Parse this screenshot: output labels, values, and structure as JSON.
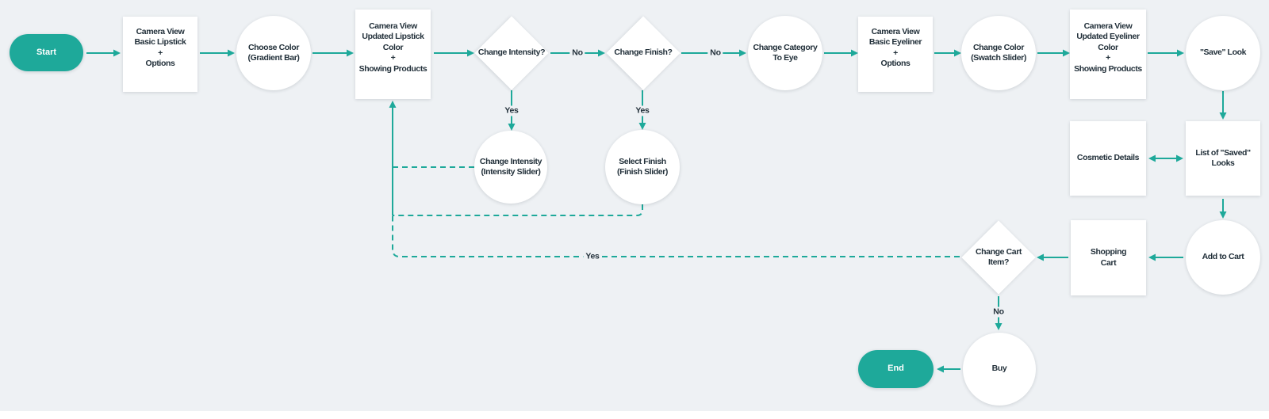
{
  "flowchart": {
    "colors": {
      "accent": "#1EA99A",
      "background": "#EEF1F4",
      "node_fill": "#FFFFFF",
      "text": "#22303A",
      "terminal_text": "#FFFFFF"
    },
    "nodes": {
      "start": {
        "shape": "terminal",
        "label": "Start"
      },
      "camera_basic_lipstick": {
        "shape": "process",
        "label": "Camera View\nBasic Lipstick\n+\nOptions"
      },
      "choose_color": {
        "shape": "operation",
        "label": "Choose Color\n(Gradient Bar)"
      },
      "camera_updated_lipstick": {
        "shape": "process",
        "label": "Camera View\nUpdated Lipstick\nColor\n+\nShowing Products"
      },
      "change_intensity_q": {
        "shape": "decision",
        "label": "Change Intensity?"
      },
      "change_finish_q": {
        "shape": "decision",
        "label": "Change Finish?"
      },
      "change_category": {
        "shape": "operation",
        "label": "Change Category\nTo Eye"
      },
      "camera_basic_eyeliner": {
        "shape": "process",
        "label": "Camera View\nBasic Eyeliner\n+\nOptions"
      },
      "change_color_swatch": {
        "shape": "operation",
        "label": "Change Color\n(Swatch Slider)"
      },
      "camera_updated_eyeliner": {
        "shape": "process",
        "label": "Camera View\nUpdated Eyeliner\nColor\n+\nShowing Products"
      },
      "save_look": {
        "shape": "operation",
        "label": "\"Save\" Look"
      },
      "change_intensity_slider": {
        "shape": "operation",
        "label": "Change Intensity\n(Intensity Slider)"
      },
      "select_finish_slider": {
        "shape": "operation",
        "label": "Select Finish\n(Finish Slider)"
      },
      "cosmetic_details": {
        "shape": "process",
        "label": "Cosmetic Details"
      },
      "saved_looks_list": {
        "shape": "process",
        "label": "List of \"Saved\"\nLooks"
      },
      "shopping_cart": {
        "shape": "process",
        "label": "Shopping\nCart"
      },
      "add_to_cart": {
        "shape": "operation",
        "label": "Add to Cart"
      },
      "change_cart_item_q": {
        "shape": "decision",
        "label": "Change Cart\nItem?"
      },
      "buy": {
        "shape": "operation",
        "label": "Buy"
      },
      "end": {
        "shape": "terminal",
        "label": "End"
      }
    },
    "edge_labels": {
      "intensity_no": "No",
      "finish_no": "No",
      "intensity_yes": "Yes",
      "finish_yes": "Yes",
      "cart_yes": "Yes",
      "cart_no": "No"
    }
  }
}
